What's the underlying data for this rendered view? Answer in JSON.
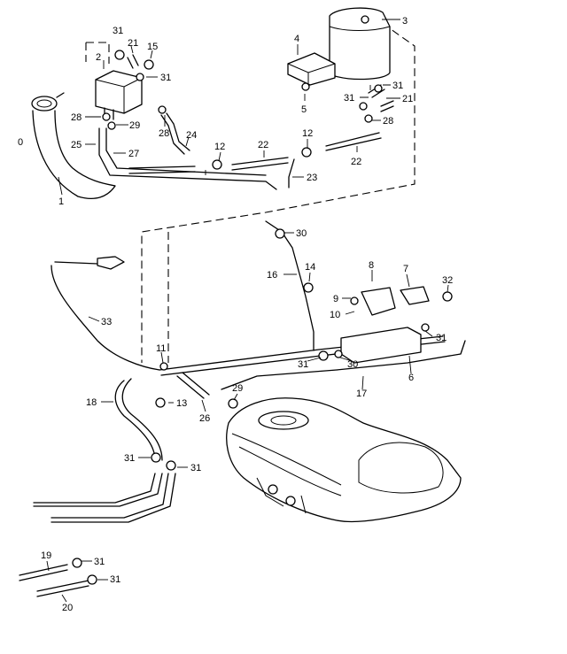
{
  "diagram": {
    "labels": {
      "l0": "0",
      "l1": "1",
      "l2": "2",
      "l3": "3",
      "l4": "4",
      "l5": "5",
      "l6": "6",
      "l7": "7",
      "l8": "8",
      "l9": "9",
      "l10": "10",
      "l11": "11",
      "l12a": "12",
      "l12b": "12",
      "l13": "13",
      "l14": "14",
      "l15": "15",
      "l16": "16",
      "l17": "17",
      "l18": "18",
      "l19": "19",
      "l20": "20",
      "l21a": "21",
      "l21b": "21",
      "l22a": "22",
      "l22b": "22",
      "l23": "23",
      "l24": "24",
      "l25": "25",
      "l26": "26",
      "l27": "27",
      "l28a": "28",
      "l28b": "28",
      "l28c": "28",
      "l29a": "29",
      "l29b": "29",
      "l30a": "30",
      "l30b": "30",
      "l31a": "31",
      "l31b": "31",
      "l31c": "31",
      "l31d": "31",
      "l31e": "31",
      "l31f": "31",
      "l31g": "31",
      "l31h": "31",
      "l31i": "31",
      "l31j": "31",
      "l32": "32",
      "l33": "33"
    }
  }
}
